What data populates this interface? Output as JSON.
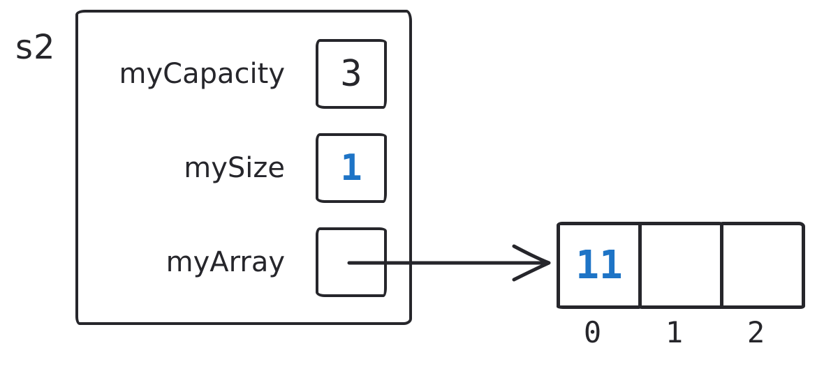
{
  "colors": {
    "ink": "#26262b",
    "accent": "#1e74c6",
    "background": "#ffffff"
  },
  "object": {
    "name": "s2",
    "fields": [
      {
        "label": "myCapacity",
        "value": "3"
      },
      {
        "label": "mySize",
        "value": "1"
      },
      {
        "label": "myArray",
        "value": ""
      }
    ]
  },
  "array": {
    "cells": [
      {
        "index": "0",
        "value": "11"
      },
      {
        "index": "1",
        "value": ""
      },
      {
        "index": "2",
        "value": ""
      }
    ]
  }
}
